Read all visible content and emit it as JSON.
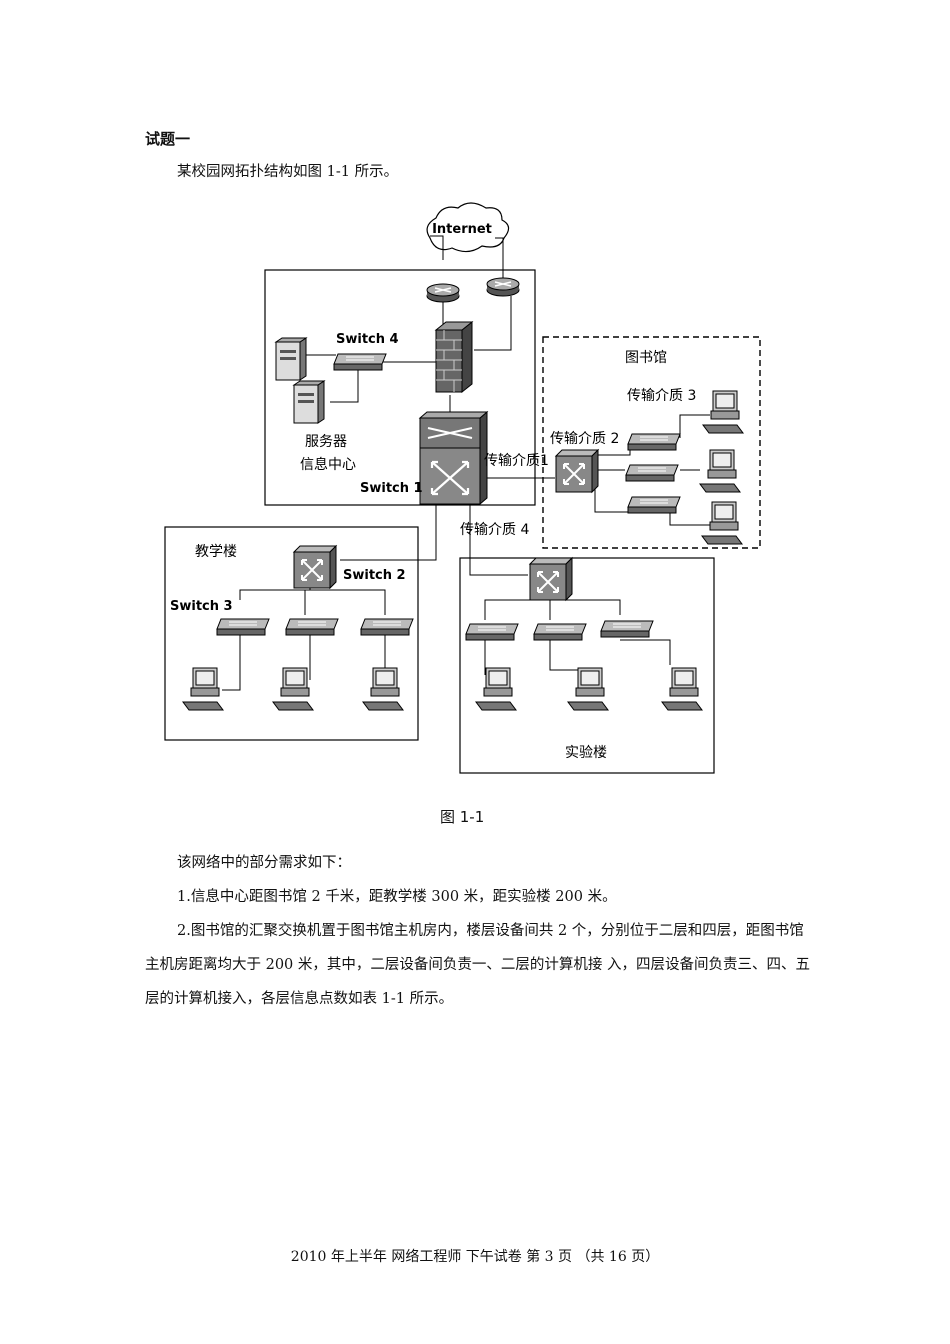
{
  "question": {
    "heading": "试题一",
    "intro": "某校园网拓扑结构如图 1-1 所示。"
  },
  "diagram": {
    "internet": "Internet",
    "switch4": "Switch 4",
    "server_label": "服务器",
    "info_center": "信息中心",
    "switch1": "Switch 1",
    "library": "图书馆",
    "medium1": "传输介质1",
    "medium2": "传输介质 2",
    "medium3": "传输介质 3",
    "medium4": "传输介质 4",
    "teaching_building": "教学楼",
    "switch2": "Switch 2",
    "switch3": "Switch 3",
    "lab_building": "实验楼",
    "caption": "图 1-1"
  },
  "body": {
    "req_intro": "该网络中的部分需求如下：",
    "req1": "1.信息中心距图书馆 2 千米，距教学楼 300 米，距实验楼 200 米。",
    "req2": "2.图书馆的汇聚交换机置于图书馆主机房内，楼层设备间共 2 个，分别位于二层和四层，距图书馆主机房距离均大于 200 米，其中，二层设备间负责一、二层的计算机接 入，四层设备间负责三、四、五层的计算机接入，各层信息点数如表 1-1 所示。"
  },
  "footer": {
    "text": "2010  年上半年  网络工程师  下午试卷  第 3 页  （共 16 页）"
  }
}
